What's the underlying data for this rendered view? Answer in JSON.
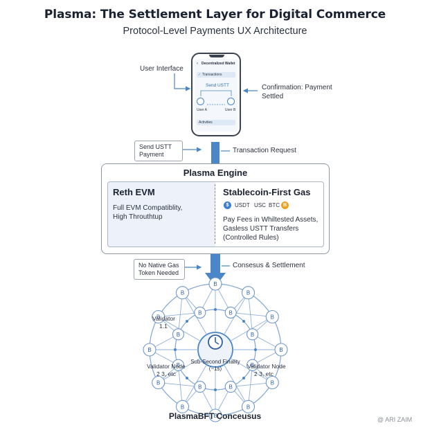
{
  "title": "Plasma: The Settlement Layer for Digital Commerce",
  "subtitle": "Protocol-Level Payments UX Architecture",
  "ui_section": {
    "user_interface_label": "User Interface",
    "confirmation_label_line1": "Confirmation: Payment",
    "confirmation_label_line2": "Settled"
  },
  "phone": {
    "header": "Decentralized Wallet",
    "row1": "Transactions",
    "send_label": "Send USTT",
    "user_a": "User A",
    "user_b": "User B",
    "footer": "Activities"
  },
  "flow": {
    "send_box_line1": "Send USTT",
    "send_box_line2": "Payment",
    "transaction_request": "Transaction Request",
    "gas_box_line1": "No Native Gas",
    "gas_box_line2": "Token Needed",
    "consensus_settlement": "Consesus & Settlement"
  },
  "engine": {
    "title": "Plasma Engine",
    "left": {
      "heading": "Reth EVM",
      "line1": "Full EVM Compatiblity,",
      "line2": "High Throuthtup"
    },
    "right": {
      "heading": "Stablecoin-First Gas",
      "tokens": [
        "USDT",
        "USC",
        "BTC"
      ],
      "line1": "Pay Fees in Whiltested Assets,",
      "line2": "Gasless USTT Transfers",
      "line3": "(Controlled Rules)"
    }
  },
  "consensus": {
    "validator_top_line1": "Validator",
    "validator_top_line2": "1.1",
    "validator_left_line1": "Validator Node",
    "validator_left_line2": "2 3, etc",
    "validator_right_line1": "Validator Node",
    "validator_right_line2": "2 3, etc",
    "center_line1": "Sub-Second Finality",
    "center_line2": "(~1s)",
    "node_glyph": "B",
    "title": "PlasmaBFT Conceusus"
  },
  "colors": {
    "accent_blue": "#4a86c8",
    "usdt_blue": "#3f7fd0",
    "btc_orange": "#f0a020"
  },
  "watermark": "@ ARI ZAIM"
}
